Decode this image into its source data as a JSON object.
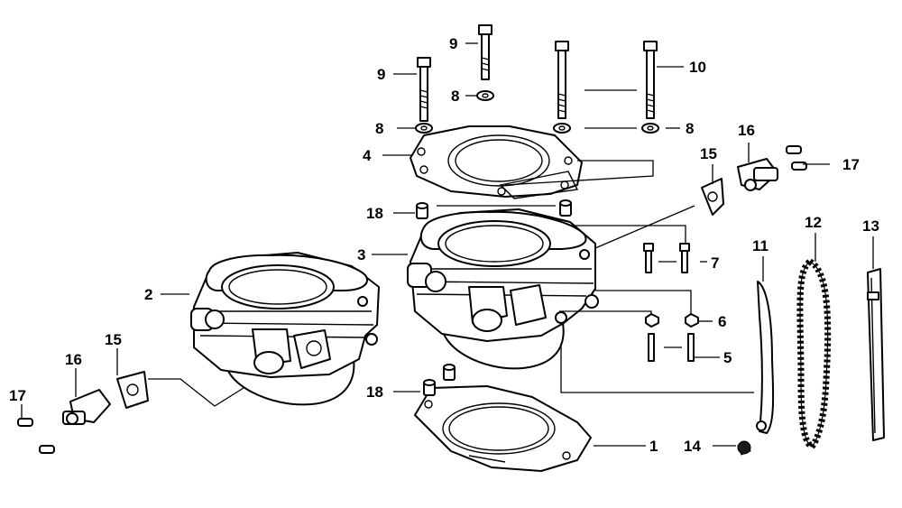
{
  "diagram": {
    "callouts": {
      "c1": "1",
      "c2": "2",
      "c3": "3",
      "c4": "4",
      "c5": "5",
      "c6": "6",
      "c7": "7",
      "c8a": "8",
      "c8b": "8",
      "c8c": "8",
      "c9a": "9",
      "c9b": "9",
      "c10": "10",
      "c11": "11",
      "c12": "12",
      "c13": "13",
      "c14": "14",
      "c15a": "15",
      "c15b": "15",
      "c16a": "16",
      "c16b": "16",
      "c17a": "17",
      "c17b": "17",
      "c18a": "18",
      "c18b": "18"
    }
  }
}
